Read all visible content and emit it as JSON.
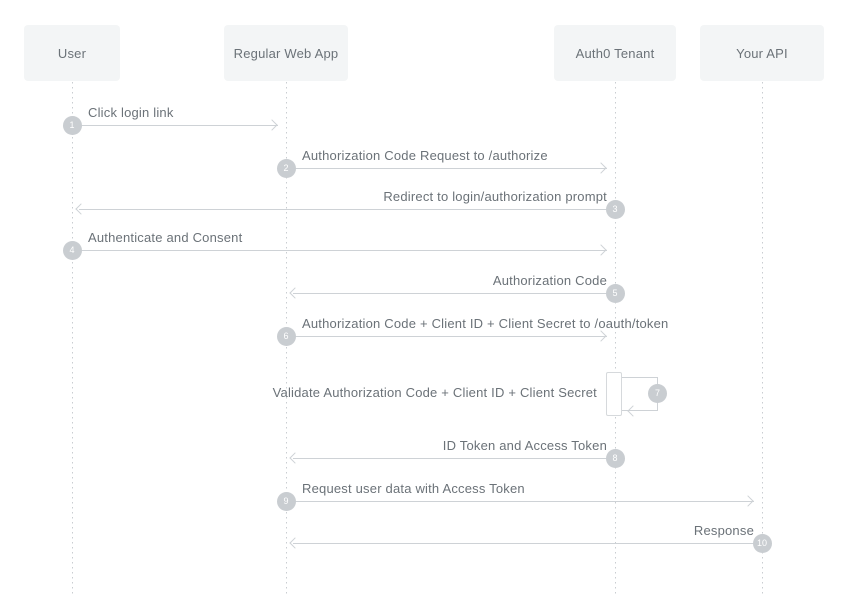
{
  "diagram": {
    "actors": [
      {
        "id": "user",
        "label": "User"
      },
      {
        "id": "web_app",
        "label": "Regular Web App"
      },
      {
        "id": "auth0",
        "label": "Auth0 Tenant"
      },
      {
        "id": "api",
        "label": "Your API"
      }
    ],
    "messages": [
      {
        "num": "1",
        "label": "Click login link",
        "from": "user",
        "to": "web_app",
        "type": "normal"
      },
      {
        "num": "2",
        "label": "Authorization Code Request to /authorize",
        "from": "web_app",
        "to": "auth0",
        "type": "normal"
      },
      {
        "num": "3",
        "label": "Redirect to login/authorization prompt",
        "from": "auth0",
        "to": "user",
        "type": "normal"
      },
      {
        "num": "4",
        "label": "Authenticate and Consent",
        "from": "user",
        "to": "auth0",
        "type": "normal"
      },
      {
        "num": "5",
        "label": "Authorization Code",
        "from": "auth0",
        "to": "web_app",
        "type": "normal"
      },
      {
        "num": "6",
        "label": "Authorization Code + Client ID + Client Secret to /oauth/token",
        "from": "web_app",
        "to": "auth0",
        "type": "normal"
      },
      {
        "num": "7",
        "label": "Validate Authorization Code + Client ID + Client Secret",
        "from": "auth0",
        "to": "auth0",
        "type": "self"
      },
      {
        "num": "8",
        "label": "ID Token and Access Token",
        "from": "auth0",
        "to": "web_app",
        "type": "normal"
      },
      {
        "num": "9",
        "label": "Request user data with Access Token",
        "from": "web_app",
        "to": "api",
        "type": "normal"
      },
      {
        "num": "10",
        "label": "Response",
        "from": "api",
        "to": "web_app",
        "type": "normal"
      }
    ],
    "colors": {
      "actor_box_bg": "#f3f5f6",
      "text": "#6b7278",
      "line": "#ced2d6",
      "badge_bg": "#c9cdd1",
      "badge_text": "#ffffff",
      "lifeline": "#c9cdd1",
      "background": "#ffffff"
    }
  }
}
